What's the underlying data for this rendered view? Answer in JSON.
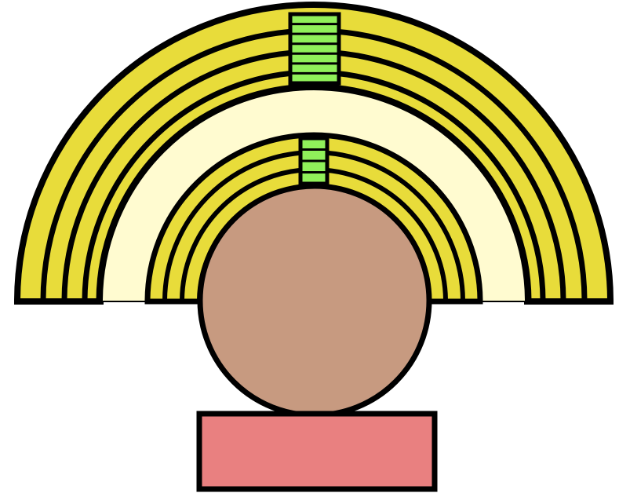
{
  "diagram": {
    "colors": {
      "outline": "#000000",
      "outer_band": "#e8dc3a",
      "outer_band_light": "#f4ea5a",
      "inner_fill": "#fffbd0",
      "green_ladder": "#90f05a",
      "ball": "#c79a80",
      "base_block": "#e98080"
    },
    "parts": {
      "outer_arch_rings": 4,
      "inner_arch_rings": 3,
      "outer_ladder_rungs": 7,
      "inner_ladder_rungs": 4
    }
  }
}
